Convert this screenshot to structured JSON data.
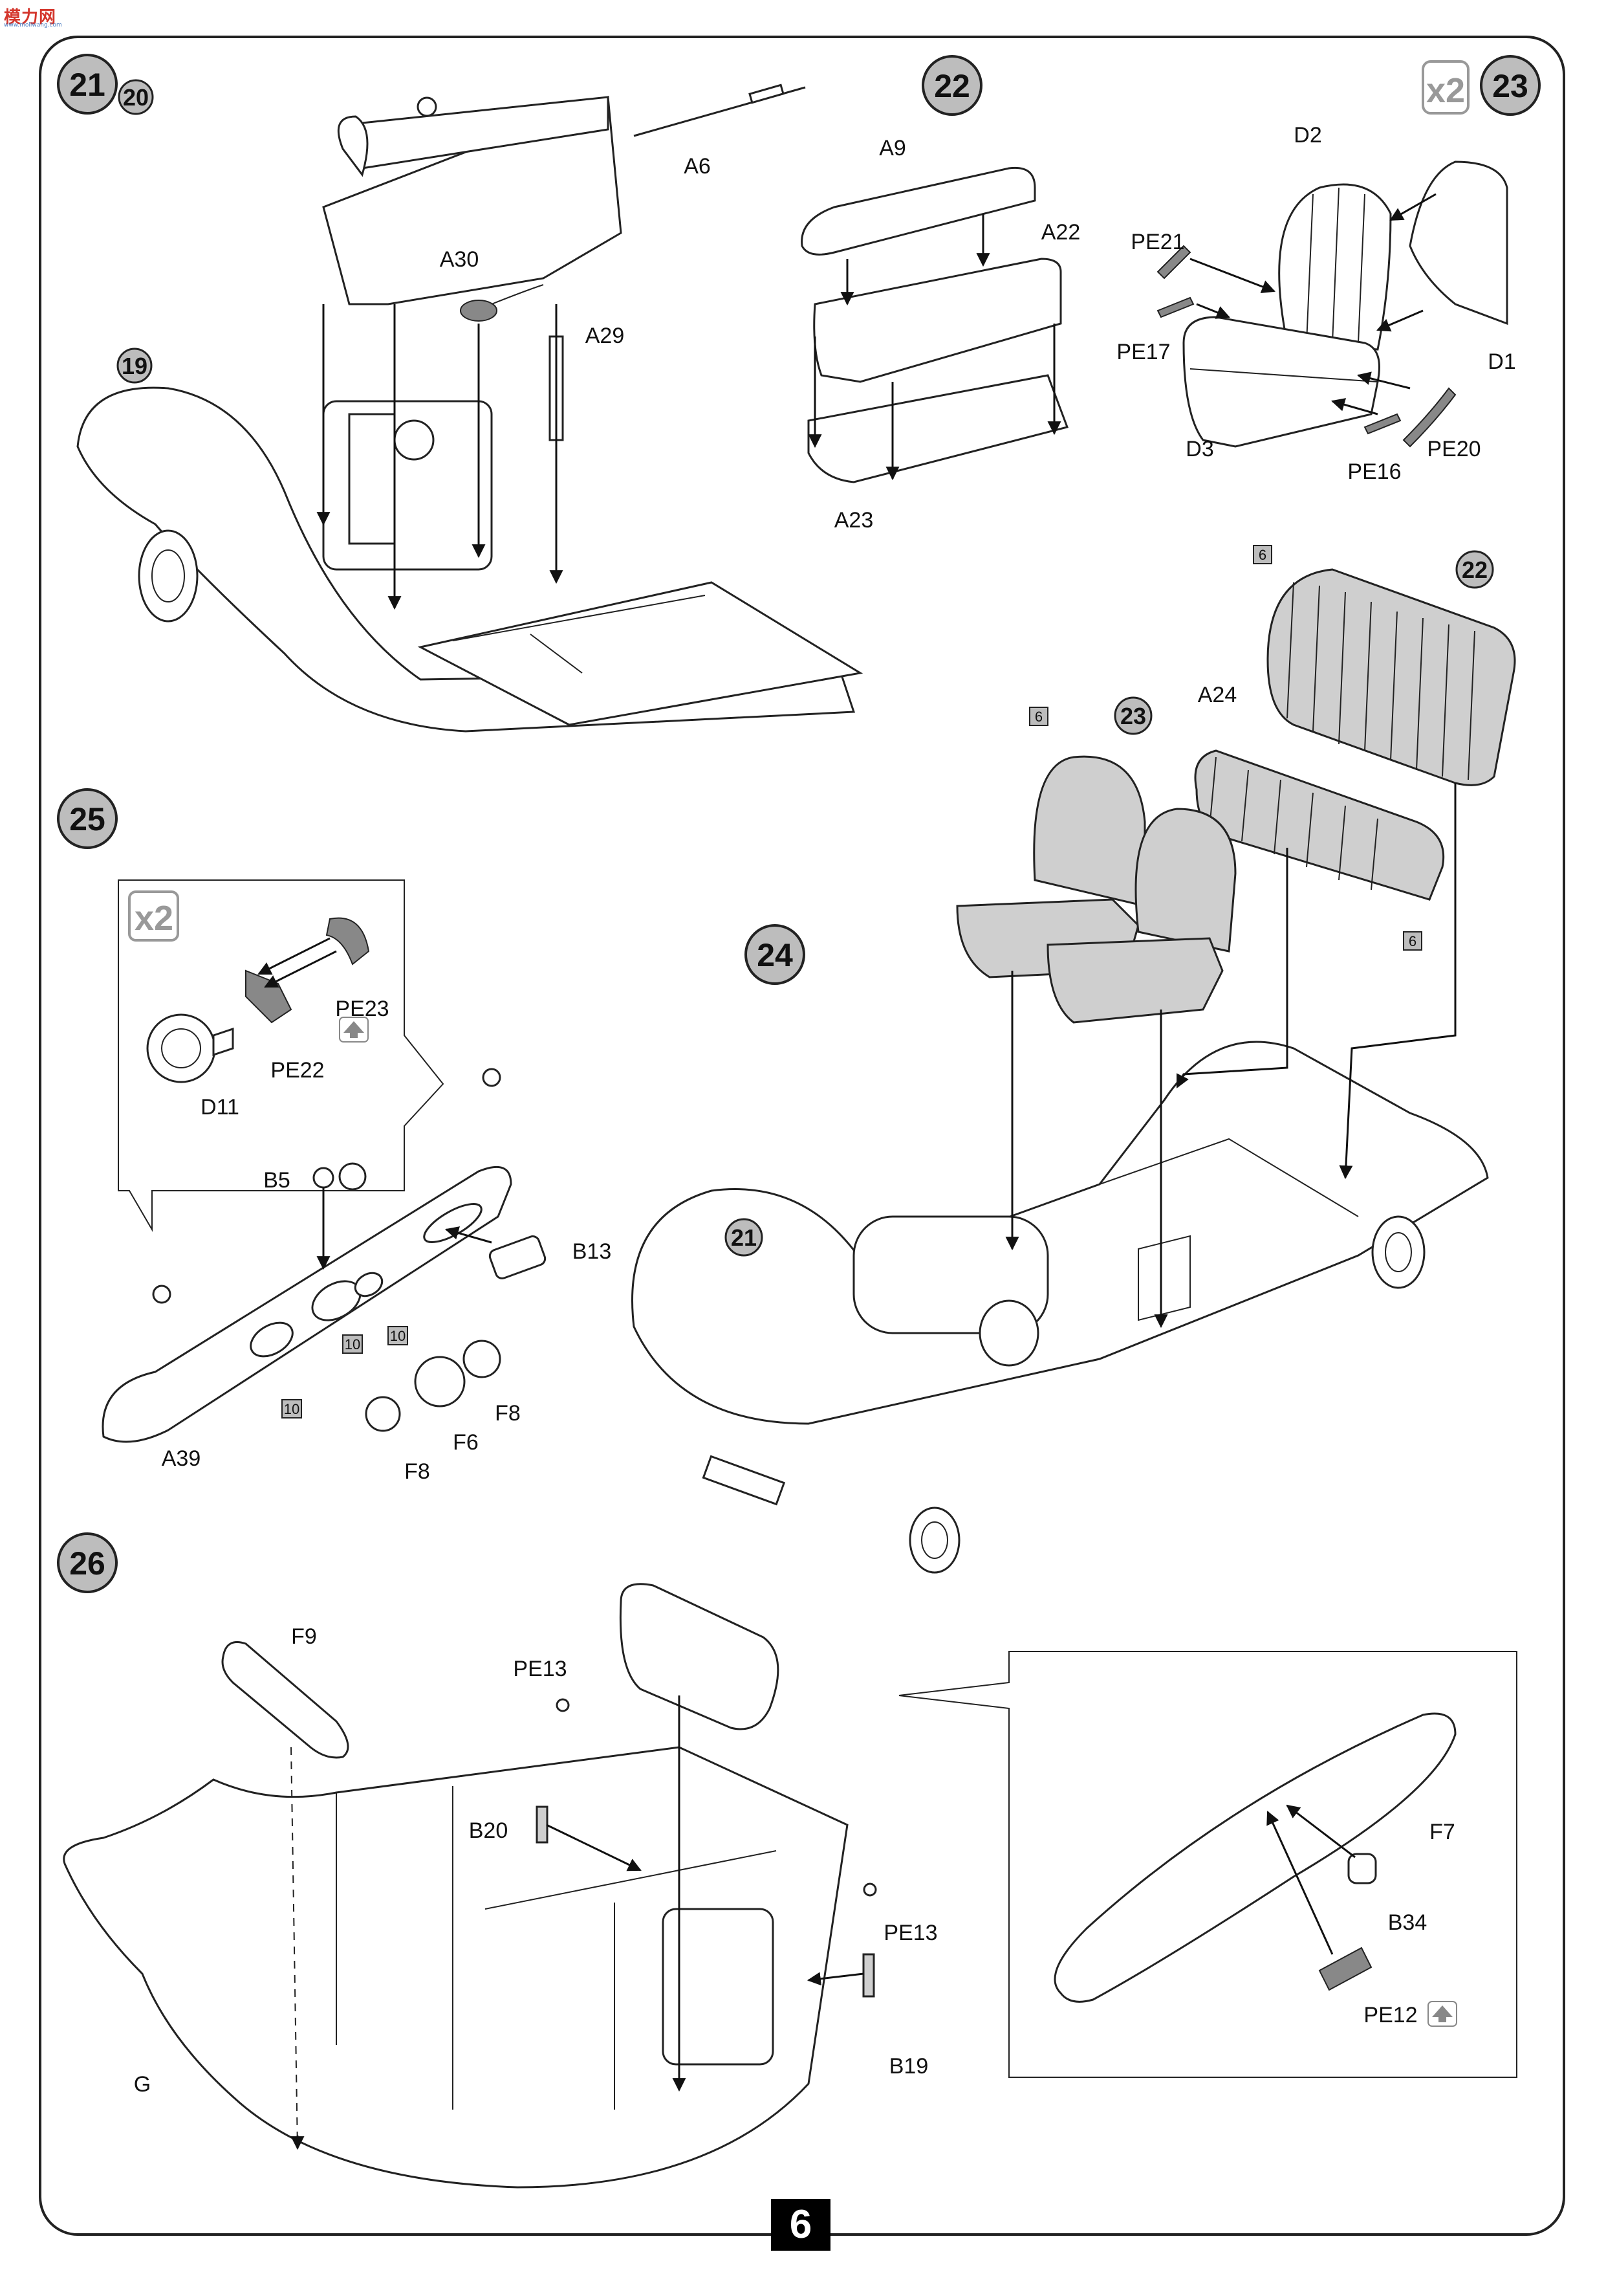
{
  "logo": {
    "text": "模力网",
    "sub": "www.moliwang.com"
  },
  "page_number": "6",
  "steps": {
    "s21": {
      "num": "21",
      "refs": {
        "r20": "20",
        "r19": "19"
      },
      "labels": {
        "a6": "A6",
        "a30": "A30",
        "a29": "A29"
      }
    },
    "s22": {
      "num": "22",
      "labels": {
        "a9": "A9",
        "a22": "A22",
        "a23": "A23"
      }
    },
    "s23": {
      "num": "23",
      "multiplier": "x2",
      "labels": {
        "d2": "D2",
        "pe21": "PE21",
        "pe17": "PE17",
        "d1": "D1",
        "d3": "D3",
        "pe16": "PE16",
        "pe20": "PE20"
      }
    },
    "s24": {
      "num": "24",
      "refs": {
        "r22": "22",
        "r23": "23",
        "r21": "21"
      },
      "labels": {
        "a24": "A24"
      },
      "color_box": "6"
    },
    "s25": {
      "num": "25",
      "multiplier": "x2",
      "labels": {
        "pe23": "PE23",
        "pe22": "PE22",
        "d11": "D11",
        "b5": "B5",
        "b13": "B13",
        "a39": "A39",
        "f8a": "F8",
        "f6": "F6",
        "f8b": "F8"
      },
      "color_box": "10"
    },
    "s26": {
      "num": "26",
      "labels": {
        "f9": "F9",
        "pe13a": "PE13",
        "b20": "B20",
        "pe13b": "PE13",
        "g": "G",
        "b19": "B19",
        "f7": "F7",
        "b34": "B34",
        "pe12": "PE12"
      }
    }
  },
  "icons": {
    "photo_etch": "up-arrow-icon"
  },
  "colors": {
    "ink": "#222222",
    "seat_fill": "#cfcfcf",
    "badge": "#000000"
  }
}
